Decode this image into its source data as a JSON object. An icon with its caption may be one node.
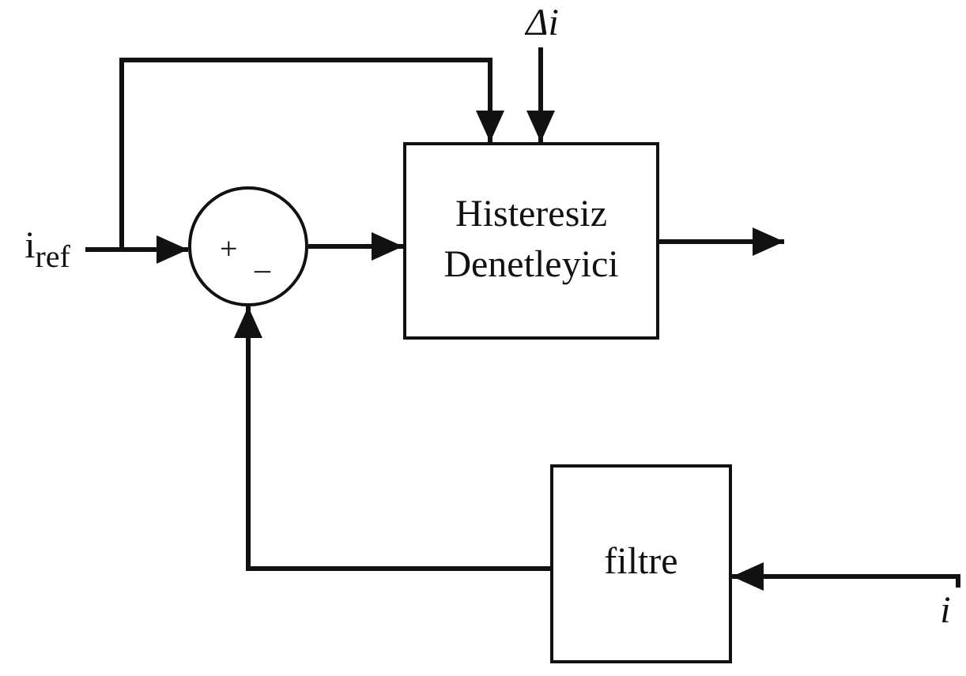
{
  "diagram": {
    "nodes": [
      {
        "text": [
          "i$_{ref}$"
        ]
      },
      {
        "text": [
          "+",
          "_"
        ]
      },
      {
        "text": [
          "Histeresiz Denetleyici"
        ]
      },
      {
        "text": [
          "Δi"
        ]
      },
      {
        "text": [
          "filtre"
        ]
      },
      {
        "text": [
          "i"
        ]
      }
    ],
    "edges": [
      {
        "from": 0,
        "to": 1,
        "arrow": "to"
      },
      {
        "from": 0,
        "to": 2,
        "arrow": "to"
      },
      {
        "from": 3,
        "to": 2,
        "arrow": "to"
      },
      {
        "from": 1,
        "to": 2,
        "arrow": "to"
      },
      {
        "from": 2,
        "to": null,
        "arrow": "to"
      },
      {
        "from": 4,
        "to": 1,
        "arrow": "to"
      },
      {
        "from": 5,
        "to": 4,
        "arrow": "to"
      }
    ]
  }
}
